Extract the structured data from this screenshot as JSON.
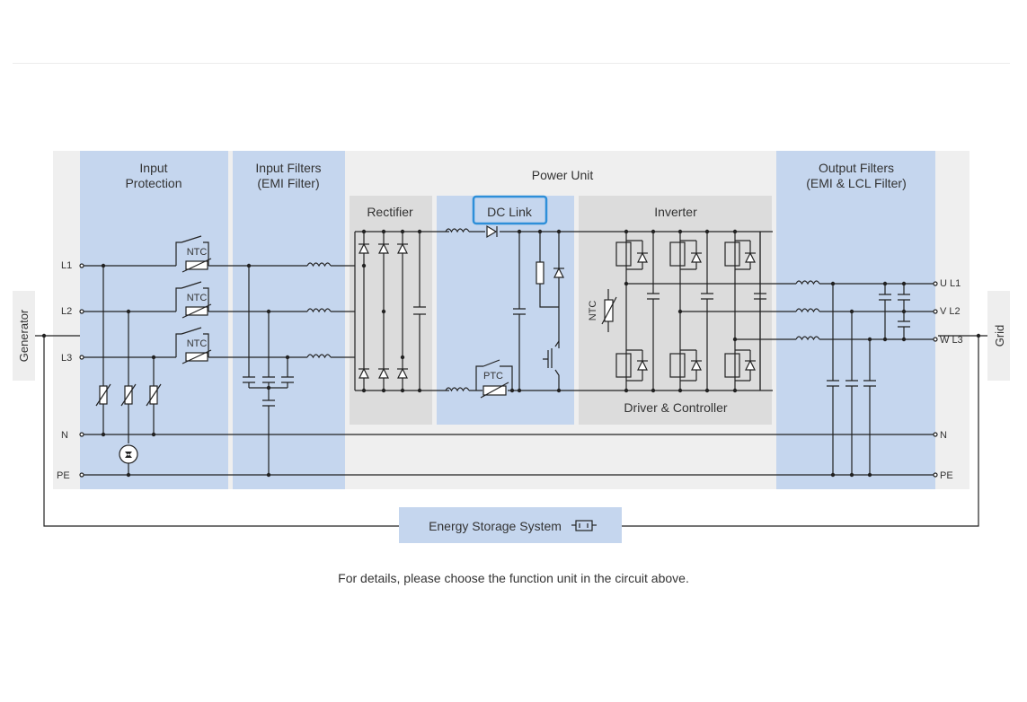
{
  "sections": {
    "input_protection": [
      "Input",
      "Protection"
    ],
    "input_filters": [
      "Input Filters",
      "(EMI Filter)"
    ],
    "power_unit": "Power Unit",
    "rectifier": "Rectifier",
    "dc_link": "DC Link",
    "inverter": "Inverter",
    "driver": "Driver & Controller",
    "output_filters": [
      "Output Filters",
      "(EMI & LCL Filter)"
    ]
  },
  "side_labels": {
    "generator": "Generator",
    "grid": "Grid"
  },
  "input_lines": [
    "L1",
    "L2",
    "L3",
    "N",
    "PE"
  ],
  "output_lines": [
    "U L1",
    "V L2",
    "W L3",
    "N",
    "PE"
  ],
  "component_labels": {
    "ntc": "NTC",
    "ptc": "PTC",
    "ntc_inverter": "NTC"
  },
  "energy_storage": "Energy Storage System",
  "footer_note": "For details, please choose the function unit in the circuit above.",
  "colors": {
    "zone_blue": "#c5d6ee",
    "zone_gray": "#dcdcdc",
    "power_bg": "#efefef",
    "highlight": "#2e8fd9"
  }
}
